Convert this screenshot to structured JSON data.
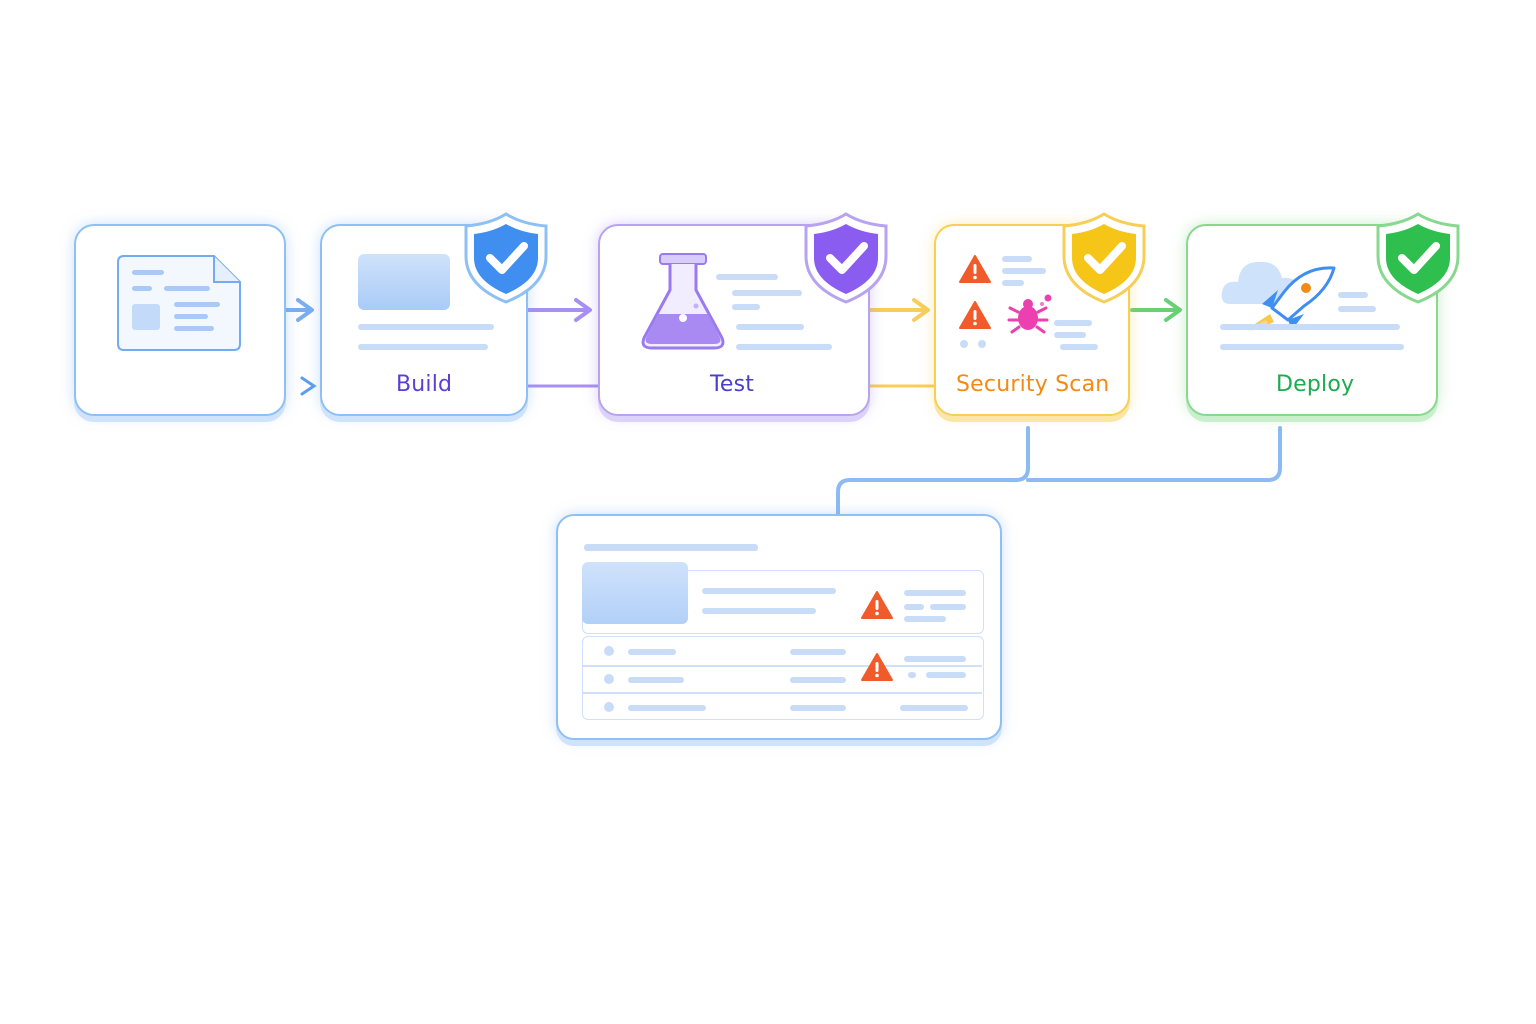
{
  "stages": [
    {
      "id": "source",
      "label": ""
    },
    {
      "id": "build",
      "label": "Build",
      "color": "#5a3ed6"
    },
    {
      "id": "test",
      "label": "Test",
      "color": "#4a3fc9"
    },
    {
      "id": "security",
      "label": "Security Scan",
      "color": "#f28a13"
    },
    {
      "id": "deploy",
      "label": "Deploy",
      "color": "#1faa4e"
    }
  ],
  "badges": {
    "build": {
      "icon": "shield-check-icon",
      "color": "#3f8ef0"
    },
    "test": {
      "icon": "shield-check-icon",
      "color": "#8a5cf0"
    },
    "security": {
      "icon": "shield-check-icon",
      "color": "#f5c518"
    },
    "deploy": {
      "icon": "shield-check-icon",
      "color": "#2fbf4f"
    }
  },
  "colors": {
    "blue": "#5b9ef0",
    "purple": "#9a7af0",
    "yellow": "#f7c948",
    "green": "#55cc63",
    "warning": "#f15a2a"
  },
  "icons": {
    "source": "document-icon",
    "test": "flask-icon",
    "security_warning": "warning-icon",
    "security_bug": "bug-icon",
    "deploy": "rocket-icon",
    "deploy_cloud": "cloud-icon",
    "report_warning": "warning-icon"
  },
  "report": {
    "warning_count": 2,
    "rows": 3
  }
}
